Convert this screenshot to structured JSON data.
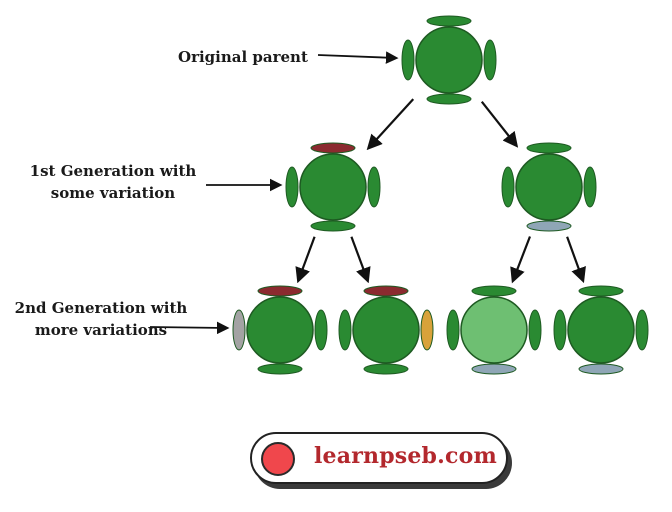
{
  "labels": {
    "parent": "Original parent",
    "gen1": [
      "1st Generation with",
      "some variation"
    ],
    "gen2": [
      "2nd Generation with",
      "more variations"
    ]
  },
  "brand": {
    "text": "learnpseb.com",
    "dot_color": "#f0474c",
    "text_color": "#b3282d"
  },
  "colors": {
    "body_green": "#2a8a32",
    "body_light_green": "#6ebf72",
    "appendage_green": "#2a8a32",
    "variant_red": "#8b2a2f",
    "variant_gray": "#a3a3a3",
    "variant_orange": "#d8a23a",
    "variant_steel": "#8fa6b6",
    "outline": "#1e5a22",
    "arrow": "#111111"
  },
  "organisms": [
    {
      "id": "original-parent",
      "generation": 0,
      "body": "green",
      "top": "green",
      "bottom": "green",
      "left": "green",
      "right": "green"
    },
    {
      "id": "gen1-left",
      "generation": 1,
      "body": "green",
      "top": "red",
      "bottom": "green",
      "left": "green",
      "right": "green"
    },
    {
      "id": "gen1-right",
      "generation": 1,
      "body": "green",
      "top": "green",
      "bottom": "steel",
      "left": "green",
      "right": "green"
    },
    {
      "id": "gen2-a",
      "generation": 2,
      "body": "green",
      "top": "red",
      "bottom": "green",
      "left": "gray",
      "right": "green"
    },
    {
      "id": "gen2-b",
      "generation": 2,
      "body": "green",
      "top": "red",
      "bottom": "green",
      "left": "green",
      "right": "orange"
    },
    {
      "id": "gen2-c",
      "generation": 2,
      "body": "light_green",
      "top": "green",
      "bottom": "steel",
      "left": "green",
      "right": "green"
    },
    {
      "id": "gen2-d",
      "generation": 2,
      "body": "green",
      "top": "green",
      "bottom": "steel",
      "left": "green",
      "right": "green"
    }
  ],
  "links": [
    {
      "from": "original-parent",
      "to": "gen1-left"
    },
    {
      "from": "original-parent",
      "to": "gen1-right"
    },
    {
      "from": "gen1-left",
      "to": "gen2-a"
    },
    {
      "from": "gen1-left",
      "to": "gen2-b"
    },
    {
      "from": "gen1-right",
      "to": "gen2-c"
    },
    {
      "from": "gen1-right",
      "to": "gen2-d"
    }
  ],
  "pointers": [
    {
      "label": "parent",
      "target": "original-parent"
    },
    {
      "label": "gen1",
      "target": "gen1-left"
    },
    {
      "label": "gen2",
      "target": "gen2-a"
    }
  ]
}
